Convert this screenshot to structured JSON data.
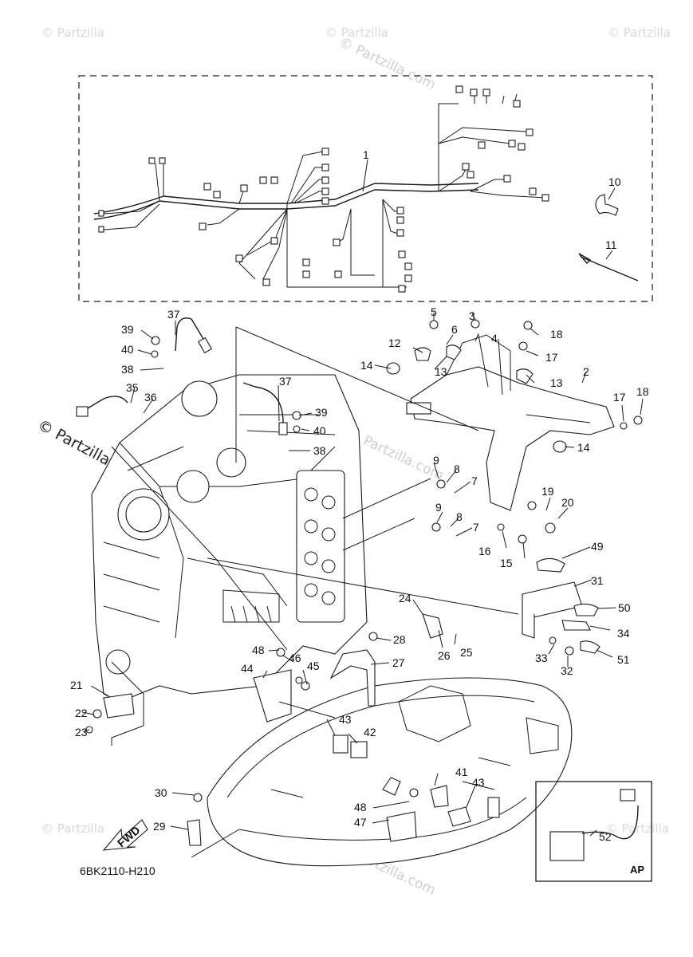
{
  "watermarks": {
    "corner_text": "© Partzilla",
    "diagonal_text": "© Partzilla.com"
  },
  "diagram": {
    "code": "6BK2110-H210",
    "fwd_label": "FWD",
    "ap_label": "AP",
    "callouts": [
      "1",
      "2",
      "3",
      "4",
      "5",
      "6",
      "7",
      "7",
      "8",
      "8",
      "9",
      "9",
      "10",
      "11",
      "12",
      "13",
      "13",
      "14",
      "14",
      "15",
      "16",
      "17",
      "17",
      "18",
      "18",
      "19",
      "20",
      "21",
      "22",
      "23",
      "24",
      "25",
      "26",
      "27",
      "28",
      "29",
      "30",
      "31",
      "32",
      "33",
      "34",
      "35",
      "36",
      "37",
      "37",
      "38",
      "38",
      "39",
      "39",
      "40",
      "40",
      "41",
      "42",
      "43",
      "43",
      "44",
      "45",
      "46",
      "47",
      "48",
      "48",
      "49",
      "50",
      "51",
      "52"
    ]
  },
  "colors": {
    "line": "#1a1a1a",
    "watermark": "#d9d9d9",
    "background": "#ffffff"
  }
}
